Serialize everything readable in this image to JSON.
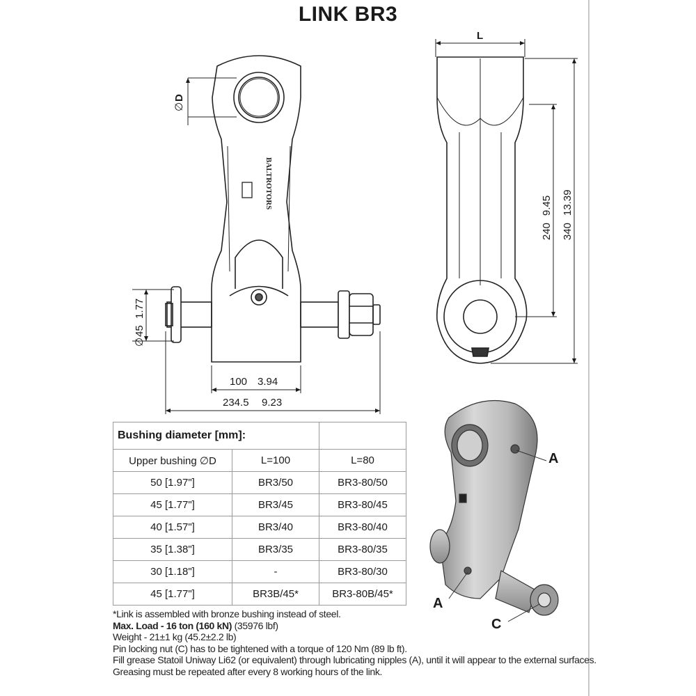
{
  "title": "LINK BR3",
  "brand": "BALTROTORS",
  "dimensions": {
    "d_label": "D",
    "l_label": "L",
    "pin_dia": "45",
    "pin_dia_in": "1.77",
    "width_100": "100",
    "width_100_in": "3.94",
    "width_total": "234.5",
    "width_total_in": "9.23",
    "h_240": "240",
    "h_240_in": "9.45",
    "h_340": "340",
    "h_340_in": "13.39"
  },
  "table": {
    "heading": "Bushing diameter [mm]:",
    "col_headers": [
      "Upper bushing ∅D",
      "L=100",
      "L=80"
    ],
    "rows": [
      [
        "50 [1.97\"]",
        "BR3/50",
        "BR3-80/50"
      ],
      [
        "45 [1.77\"]",
        "BR3/45",
        "BR3-80/45"
      ],
      [
        "40 [1.57\"]",
        "BR3/40",
        "BR3-80/40"
      ],
      [
        "35 [1.38\"]",
        "BR3/35",
        "BR3-80/35"
      ],
      [
        "30 [1.18\"]",
        "-",
        "BR3-80/30"
      ],
      [
        "45 [1.77\"]",
        "BR3B/45*",
        "BR3-80B/45*"
      ]
    ]
  },
  "notes": {
    "footnote": "*Link is assembled with bronze bushing instead of steel.",
    "max_load_bold": "Max. Load - 16 ton (160 kN)",
    "max_load_rest": " (35976 lbf)",
    "weight": "Weight - 21±1 kg (45.2±2.2 lb)",
    "torque": "Pin locking nut (C) has to be tightened with a torque of 120 Nm (89 lb ft).",
    "grease": "Fill grease Statoil Uniway Li62 (or equivalent) through lubricating nipples (A), until it will appear to the external surfaces.",
    "interval": "Greasing must be repeated after every 8 working hours of the link."
  },
  "callouts": {
    "a_top": "A",
    "a_bottom": "A",
    "c": "C"
  }
}
